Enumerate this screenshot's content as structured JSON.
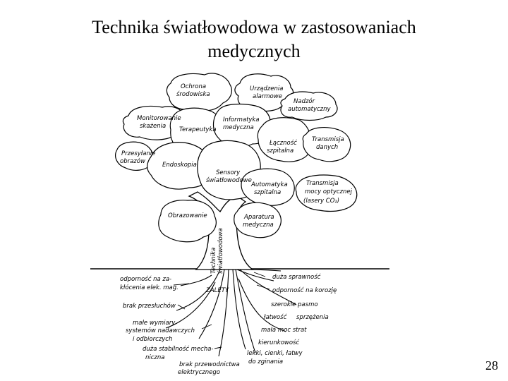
{
  "title": {
    "line1": "Technika światłowodowa w zastosowaniach",
    "line2": "medycznych"
  },
  "page_number": "28",
  "crown": {
    "ochrona_1": "Ochrona",
    "ochrona_2": "środowiska",
    "urzadzenia_1": "Urządzenia",
    "urzadzenia_2": "alarmowe",
    "nadzor_1": "Nadzór",
    "nadzor_2": "automatyczny",
    "monitorowanie_1": "Monitorowanie",
    "monitorowanie_2": "skażenia",
    "terapeutyka": "Terapeutyka",
    "informatyka_1": "Informatyka",
    "informatyka_2": "medyczna",
    "lacznosc_1": "Łączność",
    "lacznosc_2": "szpitalna",
    "transmisja_danych_1": "Transmisja",
    "transmisja_danych_2": "danych",
    "przesylanie_1": "Przesyłanie",
    "przesylanie_2": "obrazów",
    "endoskopia": "Endoskopia",
    "sensory_1": "Sensory",
    "sensory_2": "światłowodowe",
    "automatyka_1": "Automatyka",
    "automatyka_2": "szpitalna",
    "transmisja_mocy_1": "Transmisja",
    "transmisja_mocy_2": "mocy optycznej",
    "transmisja_mocy_3": "(lasery CO₂)",
    "obrazowanie": "Obrazowanie",
    "aparatura_1": "Aparatura",
    "aparatura_2": "medyczna"
  },
  "trunk": {
    "line1": "Technika",
    "line2": "światłowodowa"
  },
  "roots": {
    "zalety": "ZALETY",
    "left_1a": "odporność na za-",
    "left_1b": "kłócenia elek. mag.",
    "left_2": "brak przesłuchów",
    "left_3a": "małe wymiary",
    "left_3b": "systemów nadawczych",
    "left_3c": "i odbiorczych",
    "left_4a": "duża stabilność mecha-",
    "left_4b": "niczna",
    "left_5a": "brak przewodnictwa",
    "left_5b": "elektrycznego",
    "right_1": "duża sprawność",
    "right_2": "odporność na korozję",
    "right_3": "szerokie pasmo",
    "right_4a": "łatwość",
    "right_4b": "sprzężenia",
    "right_5": "mała moc strat",
    "right_6": "kierunkowość",
    "right_7a": "lekki, cienki, łatwy",
    "right_7b": "do zginania"
  }
}
